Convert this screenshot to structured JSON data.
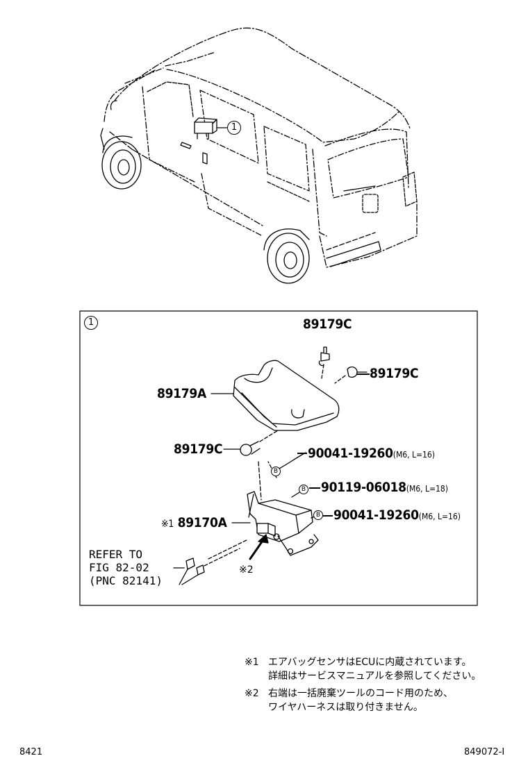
{
  "callout_index": "1",
  "diagram_box_index": "1",
  "parts": {
    "clip_top": "89179C",
    "clip_right": "89179C",
    "cover": "89179A",
    "clip_bottom": "89179C",
    "bolt1_no": "90041-19260",
    "bolt1_spec": "(M6, L=16)",
    "bolt2_no": "90119-06018",
    "bolt2_spec": "(M6, L=18)",
    "bolt3_no": "90041-19260",
    "bolt3_spec": "(M6, L=16)",
    "sensor_mark": "※1",
    "sensor": "89170A",
    "connector_mark": "※2",
    "bolt_letter": "B"
  },
  "reference": {
    "line1": "REFER TO",
    "line2": "FIG 82-02",
    "line3": "(PNC 82141)"
  },
  "notes": {
    "n1_mark": "※1",
    "n1_line1": "エアバッグセンサはECUに内蔵されています。",
    "n1_line2": "詳細はサービスマニュアルを参照してください。",
    "n2_mark": "※2",
    "n2_line1": "右端は一括廃棄ツールのコード用のため、",
    "n2_line2": "ワイヤハーネスは取り付きません。"
  },
  "footer": {
    "left": "8421",
    "right": "849072-I"
  }
}
